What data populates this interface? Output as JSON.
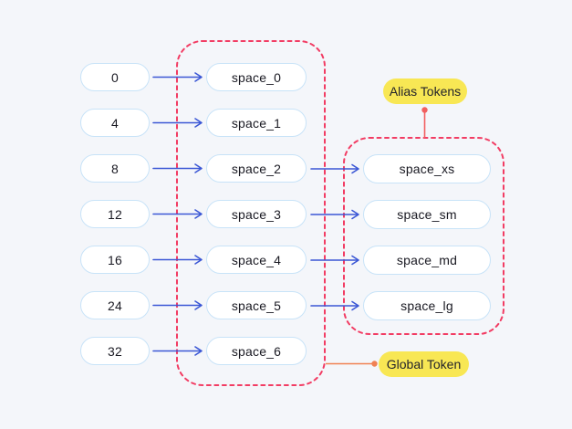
{
  "diagram": {
    "type": "design-token-mapping",
    "values": {
      "items": [
        "0",
        "4",
        "8",
        "12",
        "16",
        "24",
        "32"
      ]
    },
    "global_tokens": {
      "badge_label": "Global Token",
      "items": [
        "space_0",
        "space_1",
        "space_2",
        "space_3",
        "space_4",
        "space_5",
        "space_6"
      ]
    },
    "alias_tokens": {
      "badge_label": "Alias Tokens",
      "items": [
        "space_xs",
        "space_sm",
        "space_md",
        "space_lg"
      ]
    },
    "connections": {
      "value_to_global": [
        [
          "0",
          "space_0"
        ],
        [
          "4",
          "space_1"
        ],
        [
          "8",
          "space_2"
        ],
        [
          "12",
          "space_3"
        ],
        [
          "16",
          "space_4"
        ],
        [
          "24",
          "space_5"
        ],
        [
          "32",
          "space_6"
        ]
      ],
      "global_to_alias": [
        [
          "space_2",
          "space_xs"
        ],
        [
          "space_3",
          "space_sm"
        ],
        [
          "space_4",
          "space_md"
        ],
        [
          "space_5",
          "space_lg"
        ]
      ]
    },
    "colors": {
      "background": "#f4f6fa",
      "node_fill": "#ffffff",
      "node_border": "#c8e3f8",
      "arrow": "#3b57d5",
      "container_outline": "#f23c63",
      "alias_connector": "#f15f5f",
      "global_connector": "#f08153",
      "badge_background": "#f8e754",
      "text": "#191922"
    }
  }
}
